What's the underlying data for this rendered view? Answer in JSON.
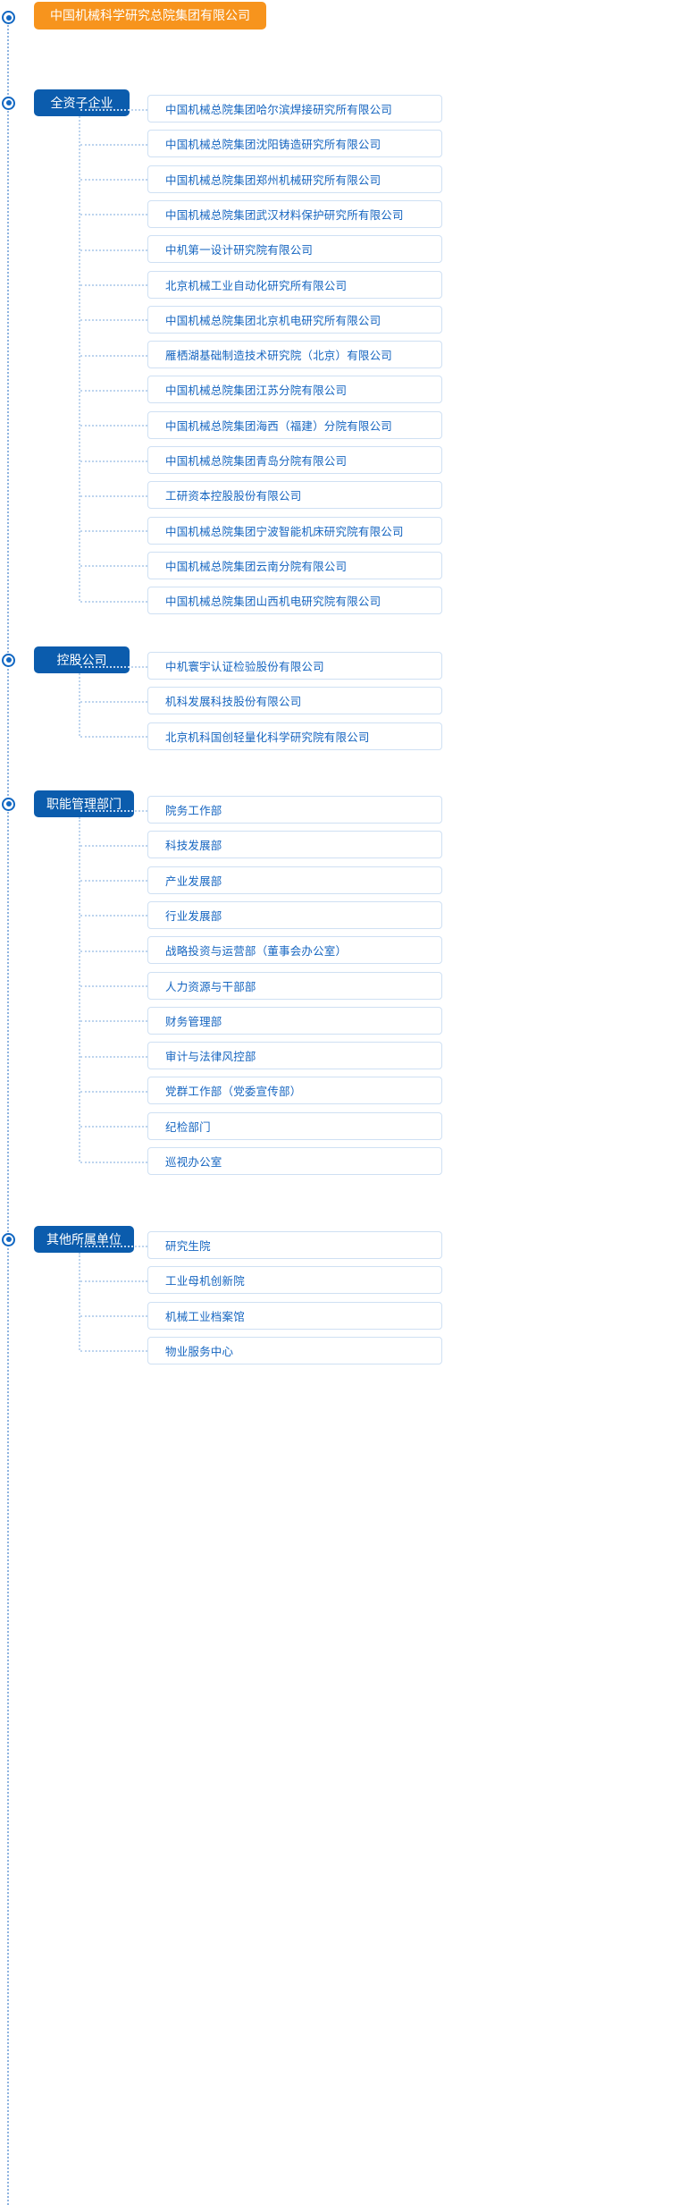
{
  "root": {
    "label": "中国机械科学研究总院集团有限公司",
    "color": "#f7941d"
  },
  "theme": {
    "header_color": "#0b5cad",
    "item_text_color": "#1565c0",
    "item_border_color": "#cfe0f3",
    "line_color": "#bdd4ee",
    "spine_color": "#8fb4e0",
    "node_color": "#1268c3"
  },
  "groups": [
    {
      "label": "全资子企业",
      "items": [
        "中国机械总院集团哈尔滨焊接研究所有限公司",
        "中国机械总院集团沈阳铸造研究所有限公司",
        "中国机械总院集团郑州机械研究所有限公司",
        "中国机械总院集团武汉材料保护研究所有限公司",
        "中机第一设计研究院有限公司",
        "北京机械工业自动化研究所有限公司",
        "中国机械总院集团北京机电研究所有限公司",
        "雁栖湖基础制造技术研究院（北京）有限公司",
        "中国机械总院集团江苏分院有限公司",
        "中国机械总院集团海西（福建）分院有限公司",
        "中国机械总院集团青岛分院有限公司",
        "工研资本控股股份有限公司",
        "中国机械总院集团宁波智能机床研究院有限公司",
        "中国机械总院集团云南分院有限公司",
        "中国机械总院集团山西机电研究院有限公司"
      ]
    },
    {
      "label": "控股公司",
      "items": [
        "中机寰宇认证检验股份有限公司",
        "机科发展科技股份有限公司",
        "北京机科国创轻量化科学研究院有限公司"
      ]
    },
    {
      "label": "职能管理部门",
      "items": [
        "院务工作部",
        "科技发展部",
        "产业发展部",
        "行业发展部",
        "战略投资与运营部（董事会办公室）",
        "人力资源与干部部",
        "财务管理部",
        "审计与法律风控部",
        "党群工作部（党委宣传部）",
        "纪检部门",
        "巡视办公室"
      ]
    },
    {
      "label": "其他所属单位",
      "items": [
        "研究生院",
        "工业母机创新院",
        "机械工业档案馆",
        "物业服务中心"
      ]
    }
  ]
}
